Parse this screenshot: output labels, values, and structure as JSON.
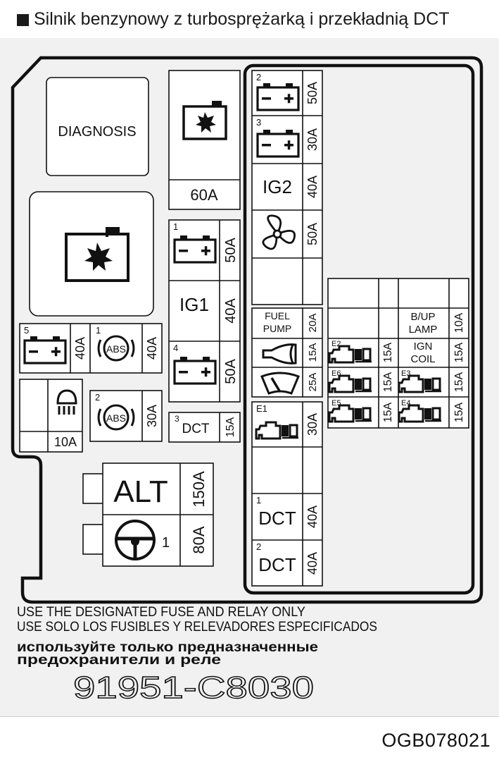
{
  "header": {
    "title": "Silnik benzynowy z turbosprężarką i przekładnią DCT"
  },
  "figure_code": "OGB078021",
  "fusebox": {
    "diagnosis_label": "DIAGNOSIS",
    "fan_relay_fuse": "60A",
    "left_column": {
      "fuse_1": {
        "index": "1",
        "rating": "50A"
      },
      "ig1": {
        "label": "IG1",
        "rating": "40A"
      },
      "fuse_4": {
        "index": "4",
        "rating": "50A"
      },
      "dct_3": {
        "index": "3",
        "label": "DCT",
        "rating": "15A"
      }
    },
    "bottom_left": {
      "fuse_5": {
        "index": "5",
        "rating": "40A"
      },
      "abs_1": {
        "index": "1",
        "label": "ABS",
        "rating": "40A"
      },
      "lamp": {
        "rating": "10A"
      },
      "abs_2": {
        "index": "2",
        "label": "ABS",
        "rating": "30A"
      }
    },
    "alt": {
      "label": "ALT",
      "rating": "150A"
    },
    "steering": {
      "index": "1",
      "rating": "80A"
    },
    "right_block": {
      "fuse_2": {
        "index": "2",
        "rating": "50A"
      },
      "fuse_3": {
        "index": "3",
        "rating": "30A"
      },
      "ig2": {
        "label": "IG2",
        "rating": "40A"
      },
      "fan": {
        "rating": "50A"
      },
      "fuel_pump": {
        "label_1": "FUEL",
        "label_2": "PUMP",
        "rating": "20A"
      },
      "horn": {
        "rating": "15A"
      },
      "wiper": {
        "rating": "25A"
      },
      "engine_e1": {
        "index": "E1",
        "rating": "30A"
      },
      "dct_1": {
        "index": "1",
        "label": "DCT",
        "rating": "40A"
      },
      "dct_2": {
        "index": "2",
        "label": "DCT",
        "rating": "40A"
      }
    },
    "mini_grid": {
      "backup": {
        "label_1": "B/UP",
        "label_2": "LAMP",
        "rating": "10A"
      },
      "e2": {
        "index": "E2",
        "rating": "15A"
      },
      "ign": {
        "label_1": "IGN",
        "label_2": "COIL",
        "rating": "15A"
      },
      "e6": {
        "index": "E6",
        "rating": "15A"
      },
      "e3": {
        "index": "E3",
        "rating": "15A"
      },
      "e5": {
        "index": "E5",
        "rating": "15A"
      },
      "e4": {
        "index": "E4",
        "rating": "15A"
      }
    },
    "notes": {
      "en": "USE THE DESIGNATED FUSE AND RELAY ONLY",
      "es": "USE SOLO LOS FUSIBLES Y RELEVADORES ESPECIFICADOS",
      "ru_1": "используйте только предназначенные",
      "ru_2": "предохранители и реле"
    },
    "part_number": "91951-C8030"
  }
}
